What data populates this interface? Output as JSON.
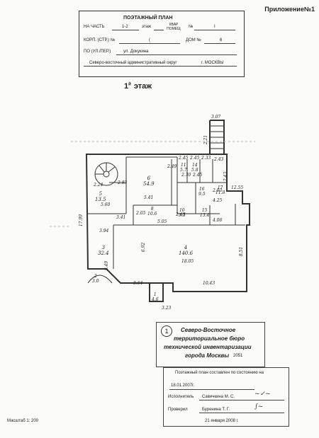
{
  "appendix": "Приложение№1",
  "header": {
    "title": "ПОЭТАЖНЫЙ ПЛАН",
    "part_label": "НА ЧАСТЬ",
    "part_value": "1-2",
    "floor_label": "этаж",
    "apt_label": "КВАР ПОМЕЩ",
    "num_label": "№",
    "num_value": "I",
    "building_label": "КОРП. (СТР.) №",
    "building_value": "(",
    "house_label": "ДОМ №",
    "house_value": "6",
    "street_label": "ПО (УЛ./ПЕР.)",
    "street_value": "ул. Докукина",
    "district_value": "Северо-восточный административный округ",
    "city_value": "г. МОСКВЫ"
  },
  "floor_title": {
    "number": "1",
    "suffix": "й",
    "word": "этаж"
  },
  "plan": {
    "dims": [
      "3.07",
      "2.21",
      "2.45",
      "2.45",
      "2.33",
      "2.49",
      "2.30",
      "2.45",
      "2.43",
      "2.43",
      "17.99",
      "2.24",
      "2.83",
      "5.41",
      "3.41",
      "5.60",
      "2.05",
      "5.05",
      "2.45",
      "4.06",
      "3.94",
      "6.92",
      "8.49",
      "18.05",
      "8.64",
      "10.43",
      "8.51",
      "3.23",
      "2.93",
      "4.25",
      "12.55"
    ],
    "rooms": [
      {
        "id": "6",
        "area": "54.9"
      },
      {
        "id": "5",
        "area": "13.5"
      },
      {
        "id": "11",
        "area": "5.7"
      },
      {
        "id": "14",
        "area": "5.8"
      },
      {
        "id": "16",
        "area": "9.5"
      },
      {
        "id": "17",
        "area": "11.8"
      },
      {
        "id": "3",
        "area": "32.4"
      },
      {
        "id": "4",
        "area": "140.6"
      },
      {
        "id": "10",
        "area": "3.5"
      },
      {
        "id": "8",
        "area": "10.6"
      },
      {
        "id": "15",
        "area": "13.4"
      },
      {
        "id": "1",
        "area": "4.6"
      },
      {
        "id": "2",
        "area": "3.0"
      }
    ]
  },
  "stamp": {
    "number": "1",
    "line1": "Северо-Восточное",
    "line2": "территориальное бюро",
    "line3": "технической инвентаризации",
    "line4": "города Москвы",
    "code": "2051"
  },
  "cert": {
    "line1": "Поэтажный план составлен по состоянию на",
    "date": "18.01.2007г.",
    "executor_label": "Исполнитель",
    "executor_name": "Савичкина М. С.",
    "checker_label": "Проверил",
    "checker_name": "Буренина Т. Г.",
    "sign_date": "21 января 2008 г."
  },
  "scale": "Масштаб 1: 200"
}
